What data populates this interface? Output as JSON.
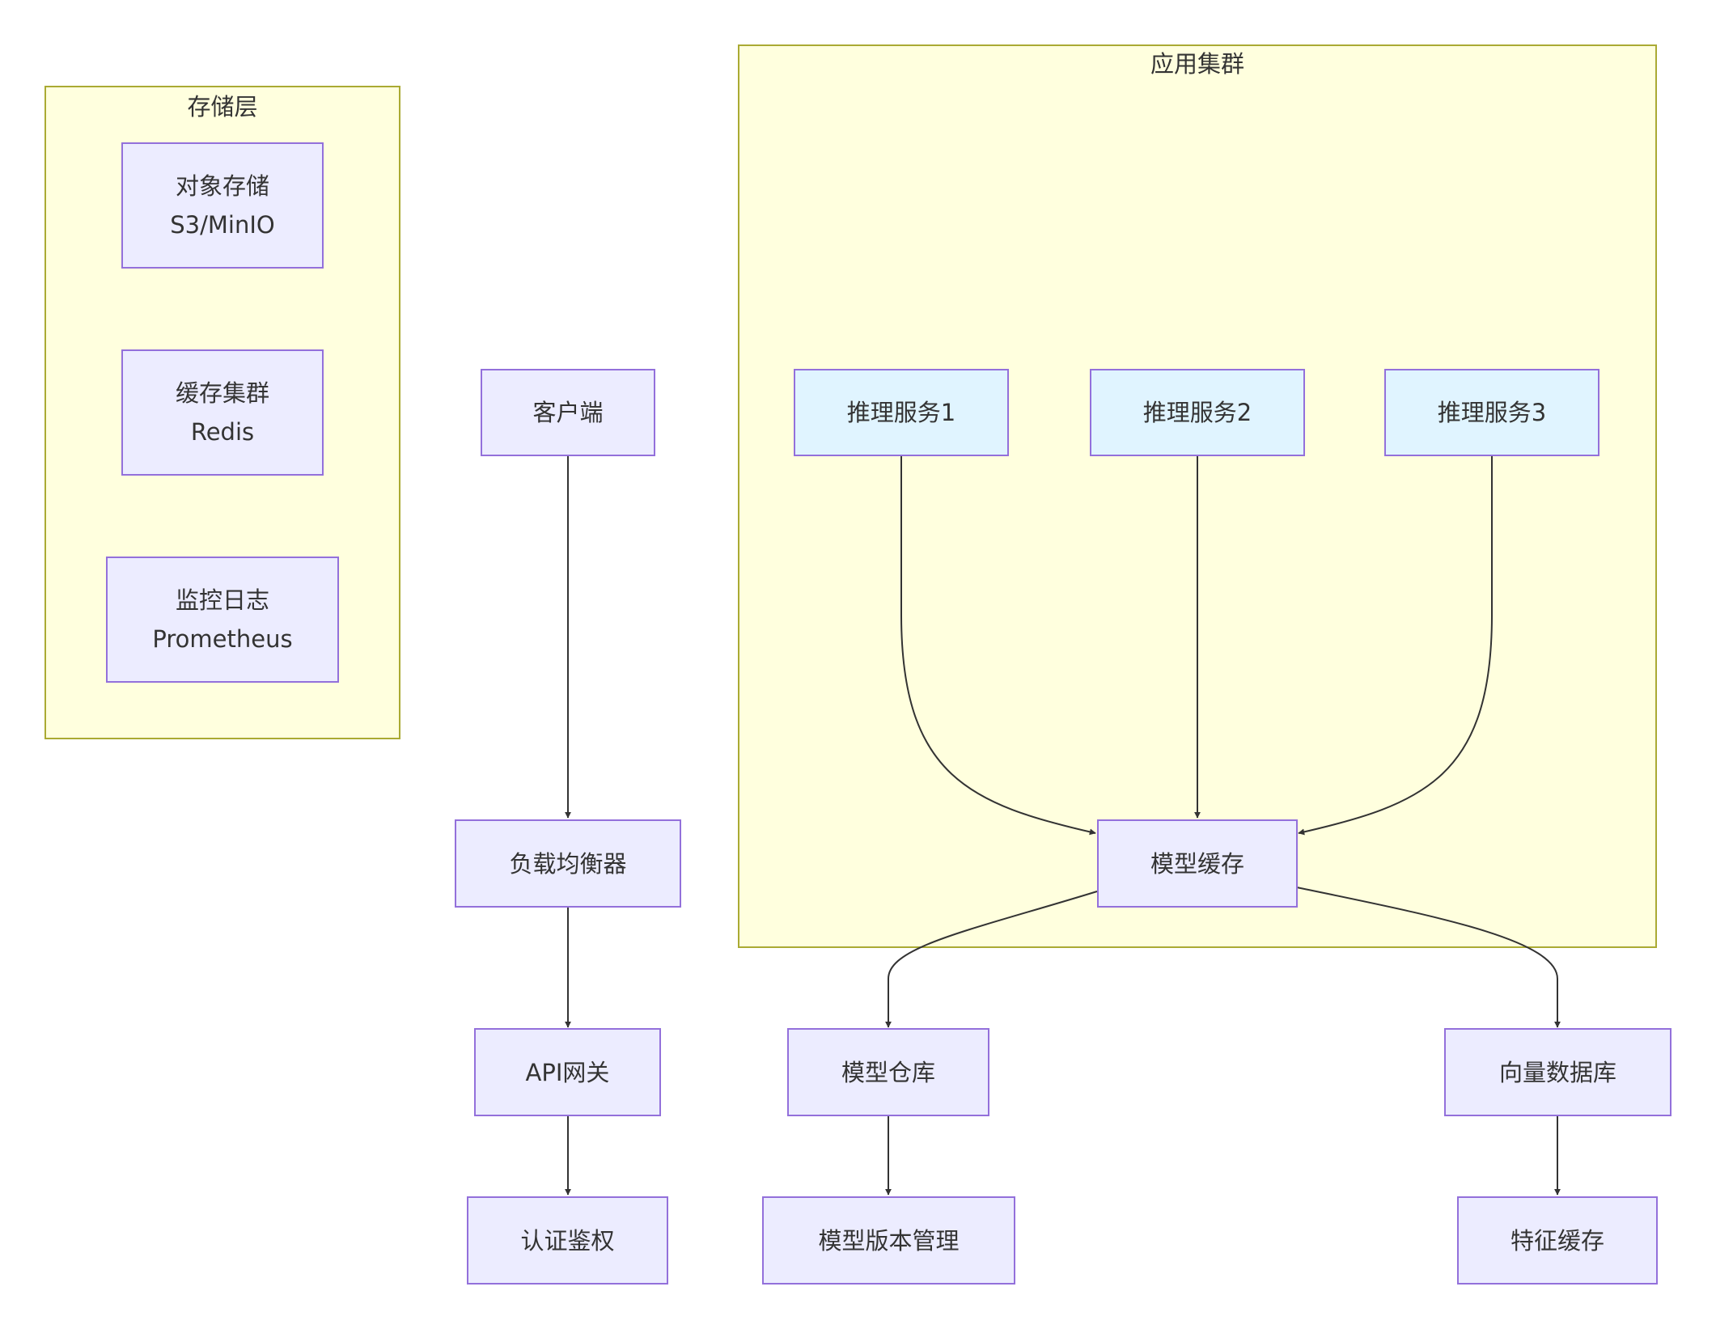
{
  "clusters": {
    "storage": {
      "title": "存储层"
    },
    "app": {
      "title": "应用集群"
    }
  },
  "nodes": {
    "object_storage": {
      "line1": "对象存储",
      "line2": "S3/MinIO"
    },
    "cache_cluster": {
      "line1": "缓存集群",
      "line2": "Redis"
    },
    "monitoring": {
      "line1": "监控日志",
      "line2": "Prometheus"
    },
    "client": {
      "label": "客户端"
    },
    "load_balancer": {
      "label": "负载均衡器"
    },
    "api_gateway": {
      "label": "API网关"
    },
    "auth": {
      "label": "认证鉴权"
    },
    "inference1": {
      "label": "推理服务1"
    },
    "inference2": {
      "label": "推理服务2"
    },
    "inference3": {
      "label": "推理服务3"
    },
    "model_cache": {
      "label": "模型缓存"
    },
    "model_repo": {
      "label": "模型仓库"
    },
    "model_version": {
      "label": "模型版本管理"
    },
    "vector_db": {
      "label": "向量数据库"
    },
    "feature_cache": {
      "label": "特征缓存"
    }
  },
  "edges": [
    {
      "from": "客户端",
      "to": "负载均衡器"
    },
    {
      "from": "负载均衡器",
      "to": "API网关"
    },
    {
      "from": "API网关",
      "to": "认证鉴权"
    },
    {
      "from": "推理服务1",
      "to": "模型缓存"
    },
    {
      "from": "推理服务2",
      "to": "模型缓存"
    },
    {
      "from": "推理服务3",
      "to": "模型缓存"
    },
    {
      "from": "模型缓存",
      "to": "模型仓库"
    },
    {
      "from": "模型缓存",
      "to": "向量数据库"
    },
    {
      "from": "模型仓库",
      "to": "模型版本管理"
    },
    {
      "from": "向量数据库",
      "to": "特征缓存"
    }
  ],
  "colors": {
    "cluster_fill": "#ffffde",
    "cluster_border": "#aaaa33",
    "node_fill": "#ececff",
    "inference_fill": "#e0f4ff",
    "node_border": "#9370db",
    "edge": "#333333",
    "text": "#333333"
  }
}
